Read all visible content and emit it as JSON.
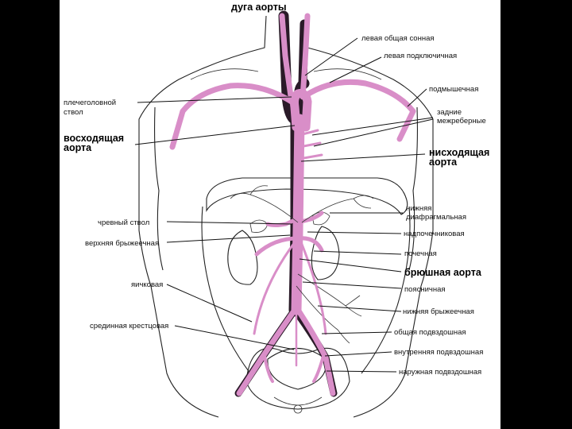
{
  "labels": {
    "aortic_arch": "дуга аорты",
    "left_common_carotid": "левая общая сонная",
    "left_subclavian": "левая подключичная",
    "axillary": "подмышечная",
    "brachiocephalic": "плечеголовной\nствол",
    "posterior_intercostal": "задние\nмежреберные",
    "ascending_aorta": "восходящая\nаорта",
    "descending_aorta": "нисходящая\nаорта",
    "inferior_phrenic": "нижняя\nдиафрагмальная",
    "celiac_trunk": "чревный ствол",
    "adrenal": "надпочечниковая",
    "superior_mesenteric": "верхняя брыжеечная",
    "renal": "почечная",
    "abdominal_aorta": "брюшная аорта",
    "lumbar": "поясничная",
    "testicular": "яичковая",
    "inferior_mesenteric": "нижняя брыжеечная",
    "median_sacral": "срединная крестцовая",
    "common_iliac": "общая подвздошная",
    "internal_iliac": "внутренняя подвздошная",
    "external_iliac": "наружная подвздошная"
  },
  "colors": {
    "artery": "#d98ec8",
    "outline": "#222222",
    "background": "#ffffff",
    "frame": "#000000"
  }
}
